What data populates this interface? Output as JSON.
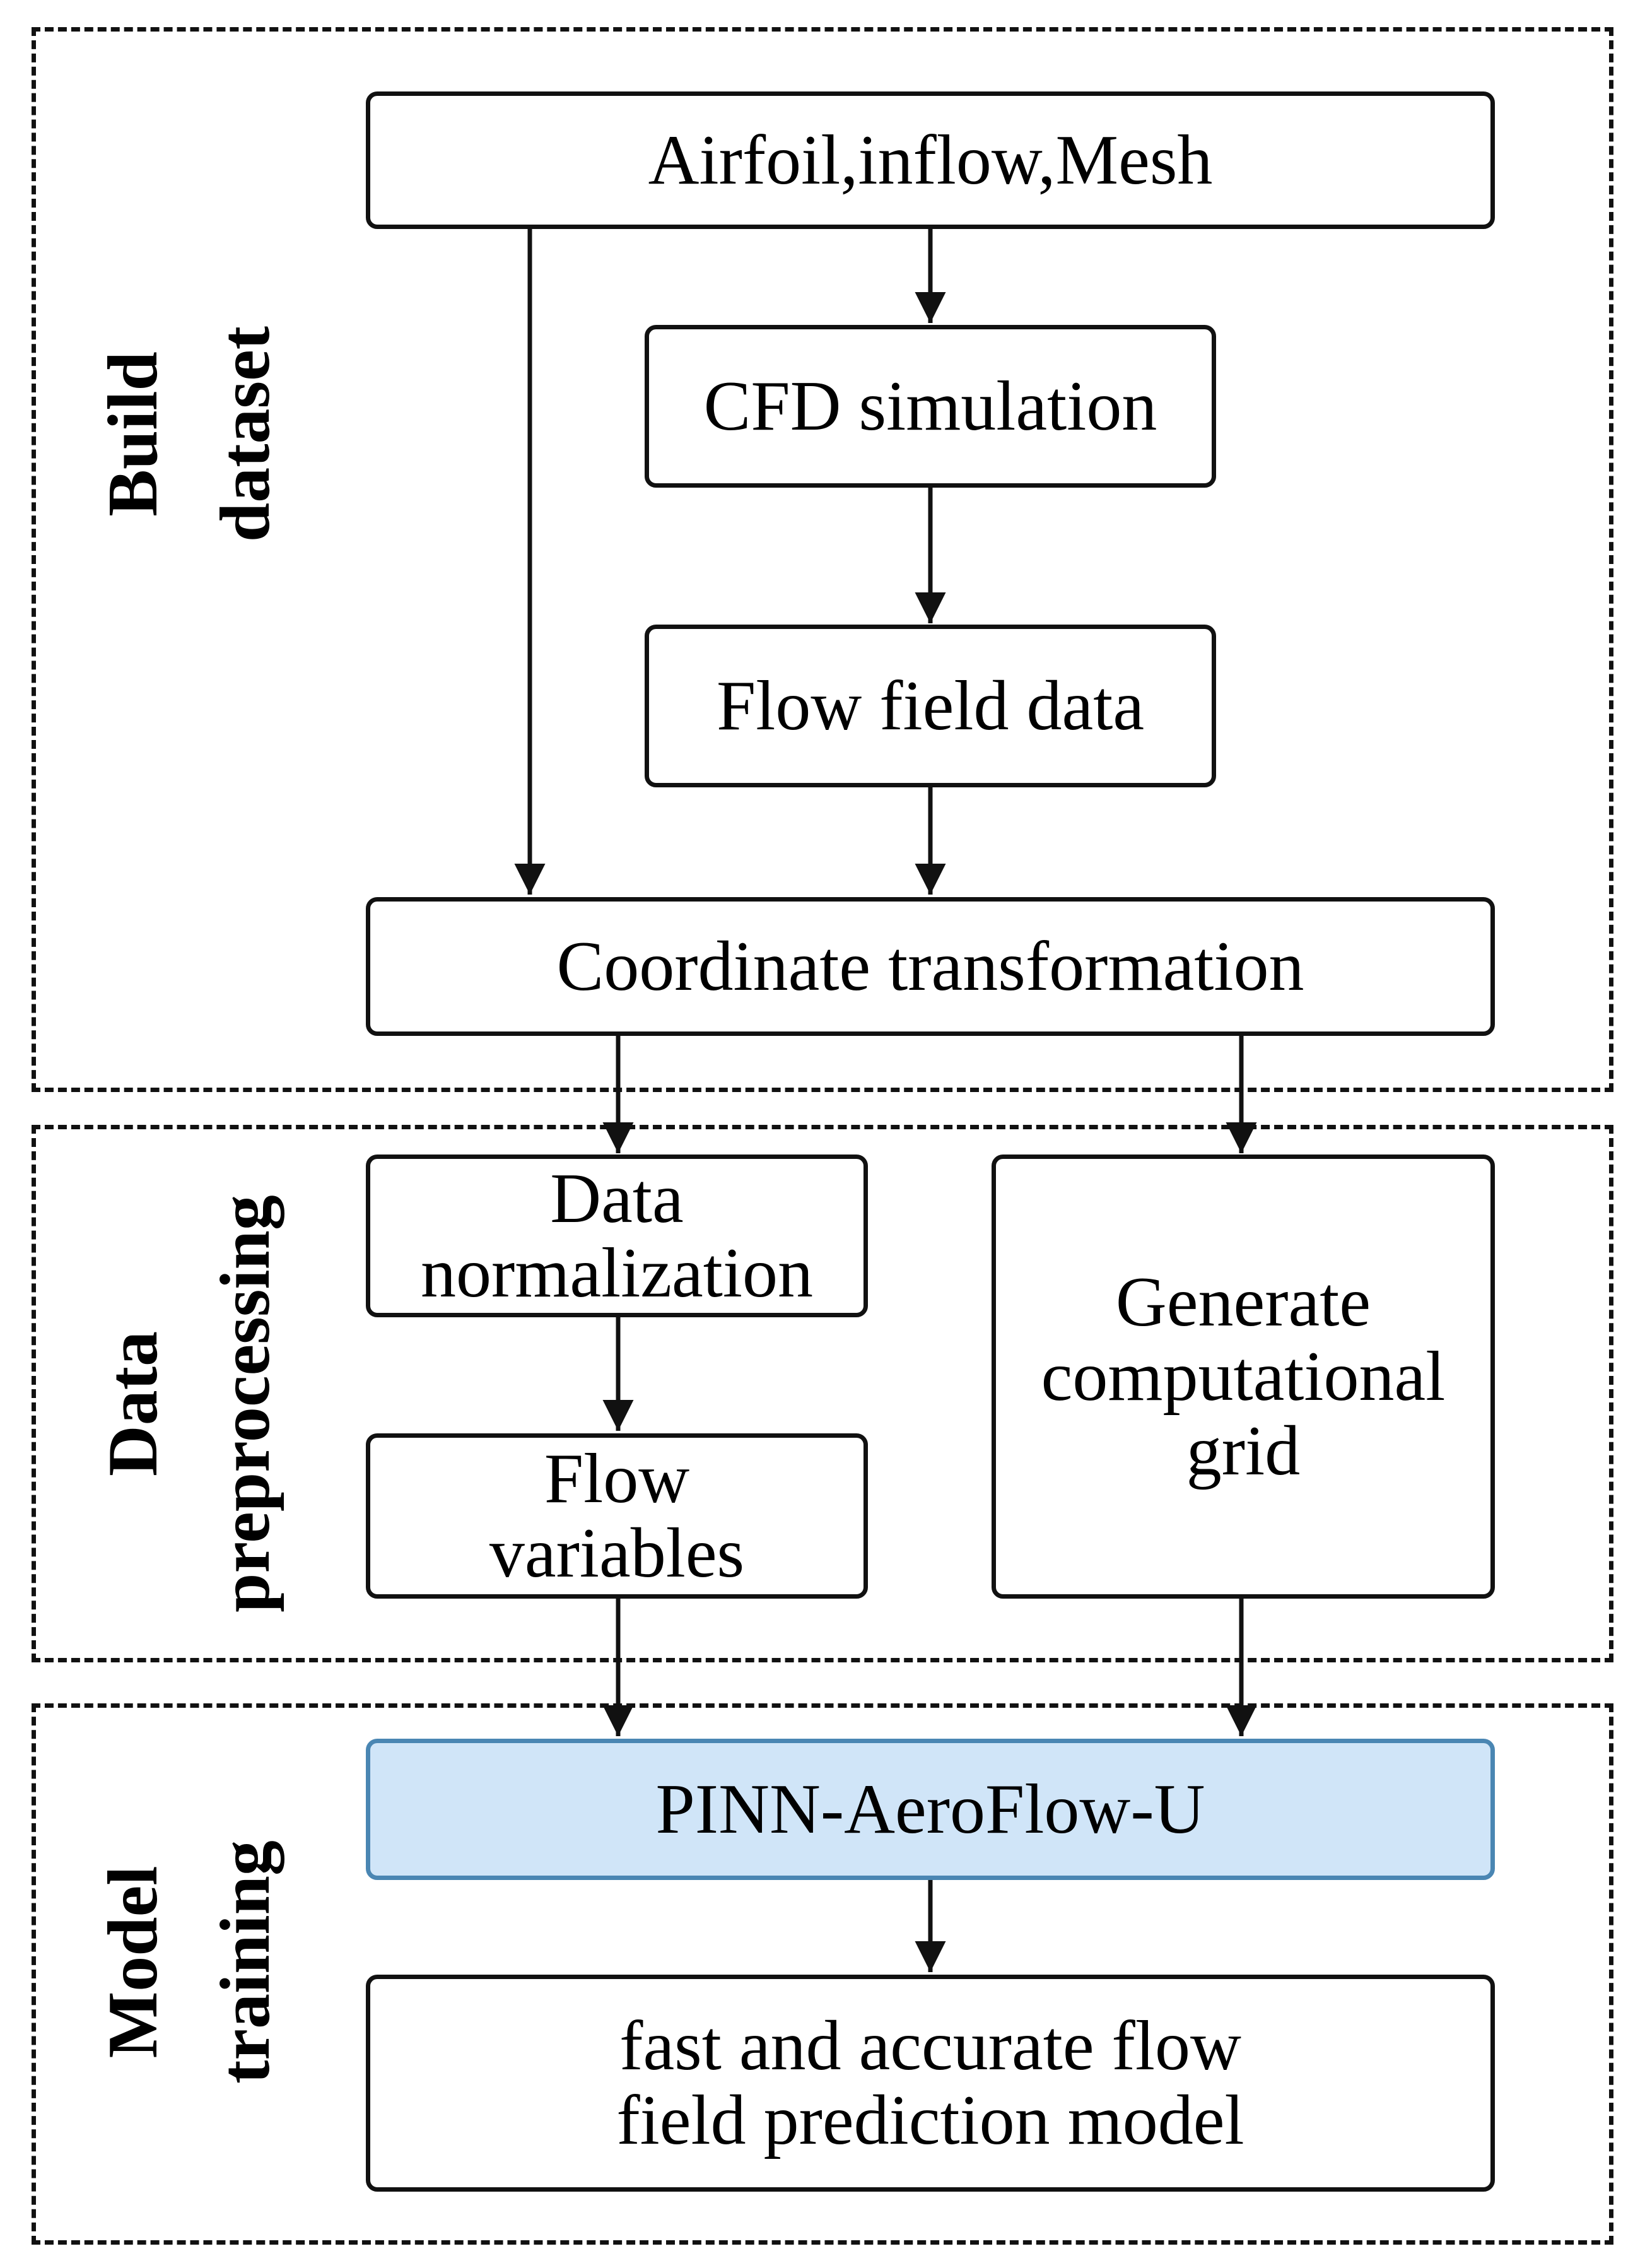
{
  "sections": {
    "build": {
      "line1": "Build",
      "line2": "dataset"
    },
    "preprocess": {
      "line1": "Data",
      "line2": "preprocessing"
    },
    "training": {
      "line1": "Model",
      "line2": "training"
    }
  },
  "nodes": {
    "input": "Airfoil,inflow,Mesh",
    "cfd": "CFD simulation",
    "flowdata": "Flow field data",
    "coord": "Coordinate transformation",
    "norm": {
      "line1": "Data",
      "line2": "normalization"
    },
    "flowvars": {
      "line1": "Flow",
      "line2": "variables"
    },
    "grid": {
      "line1": "Generate",
      "line2": "computational",
      "line3": "grid"
    },
    "pinn": "PINN-AeroFlow-U",
    "output": {
      "line1": "fast and accurate flow",
      "line2": "field prediction model"
    }
  },
  "colors": {
    "highlight_fill": "#d0e5f8",
    "highlight_border": "#4a86b3",
    "stroke": "#111111"
  }
}
